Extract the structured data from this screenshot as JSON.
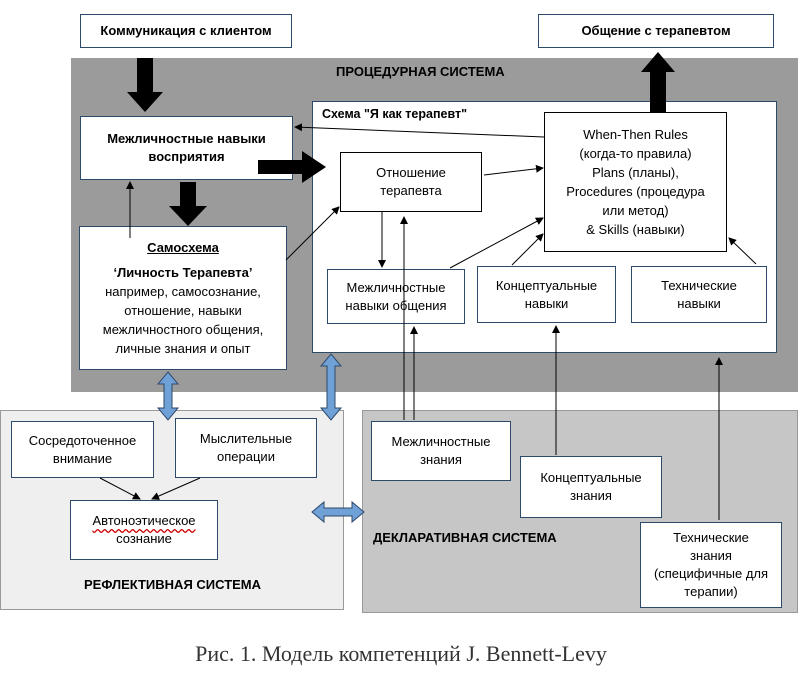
{
  "diagram": {
    "zones": {
      "procedural": "ПРОЦЕДУРНАЯ СИСТЕМА",
      "reflective": "РЕФЛЕКТИВНАЯ СИСТЕМА",
      "declarative": "ДЕКЛАРАТИВНАЯ СИСТЕМА"
    },
    "nodes": {
      "client_communication": "Коммуникация с клиентом",
      "therapist_communication": "Общение с терапевтом",
      "therapist_scheme_title": "Схема \"Я как терапевт\"",
      "perception_skills": [
        "Межличностные навыки",
        "восприятия"
      ],
      "therapist_attitude": [
        "Отношение",
        "терапевта"
      ],
      "rules": [
        "When-Then Rules",
        "(когда-то правила)",
        "Plans (планы),",
        "Procedures (процедура",
        "или метод)",
        "& Skills (навыки)"
      ],
      "self_scheme_title": "Самосхема",
      "self_scheme_body": [
        "‘Личность Терапевта’",
        "например, самосознание,",
        "отношение, навыки",
        "межличностного общения,",
        "личные знания и опыт"
      ],
      "interpersonal_comm_skills": [
        "Межличностные",
        "навыки общения"
      ],
      "conceptual_skills": [
        "Концептуальные",
        "навыки"
      ],
      "technical_skills": [
        "Технические",
        "навыки"
      ],
      "focused_attention": [
        "Сосредоточенное",
        "внимание"
      ],
      "mental_operations": [
        "Мыслительные",
        "операции"
      ],
      "autonoetic_consciousness": [
        "Автоноэтическое",
        "сознание"
      ],
      "interpersonal_knowledge": [
        "Межличностные",
        "знания"
      ],
      "conceptual_knowledge": [
        "Концептуальные",
        "знания"
      ],
      "technical_knowledge": [
        "Технические",
        "знания",
        "(специфичные для",
        "терапии)"
      ]
    },
    "caption": "Рис. 1. Модель компетенций J. Bennett-Levy",
    "colors": {
      "procedural_zone": "#9b9b9b",
      "declarative_zone": "#c6c6c6",
      "reflective_zone": "#efefef",
      "double_arrow_fill": "#6fa0d6",
      "box_border": "#2d4a6a"
    }
  }
}
